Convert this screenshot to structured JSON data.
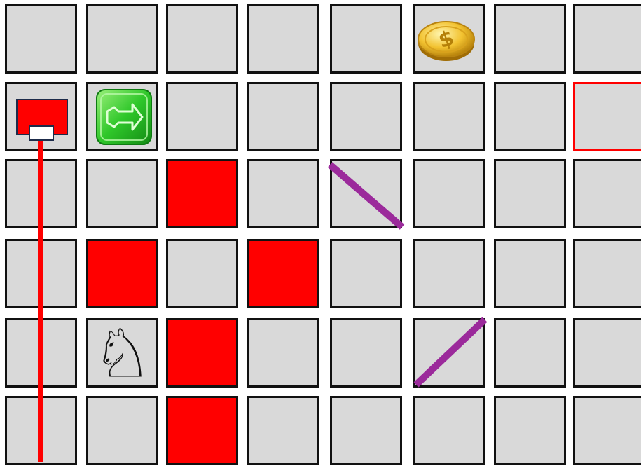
{
  "board": {
    "rows": 6,
    "cols": 8,
    "cell_color": "#d9d9d9",
    "border_color": "#111111",
    "blocked_color": "#ff0000",
    "highlight_border_color": "#ff0000",
    "blocked_cells": [
      {
        "row": 2,
        "col": 2
      },
      {
        "row": 3,
        "col": 1
      },
      {
        "row": 3,
        "col": 3
      },
      {
        "row": 4,
        "col": 2
      },
      {
        "row": 5,
        "col": 2
      }
    ],
    "highlighted_cells": [
      {
        "row": 1,
        "col": 7
      }
    ]
  },
  "pieces": {
    "coin": {
      "icon": "gold-coin-icon",
      "row": 0,
      "col": 5,
      "color": "#e8b41c"
    },
    "exit": {
      "icon": "green-exit-arrow-icon",
      "row": 1,
      "col": 1,
      "color": "#22c322"
    },
    "knight": {
      "icon": "white-knight-icon",
      "row": 4,
      "col": 1
    },
    "laser": {
      "icon": "red-laser-emitter-icon",
      "row": 1,
      "col": 0,
      "beam_to_row": 5,
      "color": "#ff0000"
    }
  },
  "mirrors": [
    {
      "row": 2,
      "col": 4,
      "orientation": "backslash"
    },
    {
      "row": 4,
      "col": 5,
      "orientation": "slash"
    }
  ],
  "mirror_color": "#9b2a9b"
}
